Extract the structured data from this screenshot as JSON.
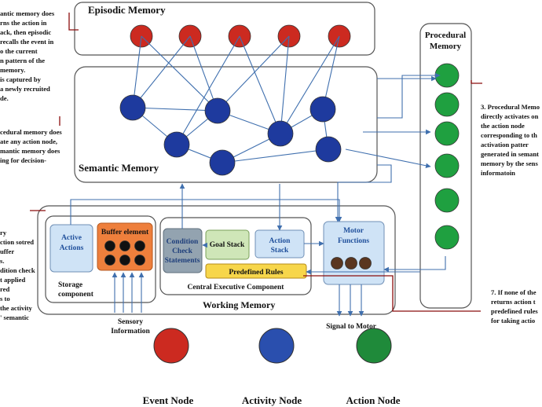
{
  "sections": {
    "episodic_memory": "Episodic Memory",
    "semantic_memory": "Semantic Memory",
    "procedural_memory": [
      "Procedural",
      "Memory"
    ],
    "working_memory": "Working Memory",
    "storage_component": [
      "Storage",
      "component"
    ],
    "central_executive": "Central Executive Component"
  },
  "boxes": {
    "active_actions": [
      "Active",
      "Actions"
    ],
    "buffer_element": "Buffer element",
    "condition_check": [
      "Condition",
      "Check",
      "Statements"
    ],
    "goal_stack": "Goal Stack",
    "action_stack": [
      "Action",
      "Stack"
    ],
    "predefined_rules": "Predefined Rules",
    "motor_functions": [
      "Motor",
      "Functions"
    ]
  },
  "io_labels": {
    "sensory_information": [
      "Sensory",
      "Information"
    ],
    "signal_to_motor": "Signal to Motor"
  },
  "annotations": {
    "top_left": [
      "antic memory does",
      "rns the action in",
      "ack, then episodic",
      "recalls the event in",
      "o the current",
      "n pattern of the",
      "memory.",
      "is captured by",
      "a newly recruited",
      "de."
    ],
    "middle_left": [
      "cedural memory does",
      "ate any action node,",
      "mantic memory does",
      "ing for decision-"
    ],
    "lower_left": [
      "ry",
      "ction sotred",
      "uffer",
      "s.",
      "dition check",
      "t applied",
      "red",
      "s to",
      "the activity",
      "' semantic"
    ],
    "right_top": [
      "3. Procedural Memo",
      "directly activates on",
      "the action node",
      "corresponding to th",
      "activation patter",
      "generated in semant",
      "memory by the sens",
      "informatoin"
    ],
    "right_bottom": [
      "7. If none of the",
      "returns action t",
      "predefined rules",
      "for taking actio"
    ]
  },
  "legend": [
    {
      "label": "Event Node",
      "color": "#cc2a20"
    },
    {
      "label": "Activity Node",
      "color": "#2a4fae"
    },
    {
      "label": "Action Node",
      "color": "#1f8a3a"
    }
  ],
  "node_colors": {
    "event": "#cc2a20",
    "activity": "#1e3a9e",
    "action": "#1fa040",
    "buffer_dot": "#111111",
    "motor_dot": "#5a3620"
  }
}
